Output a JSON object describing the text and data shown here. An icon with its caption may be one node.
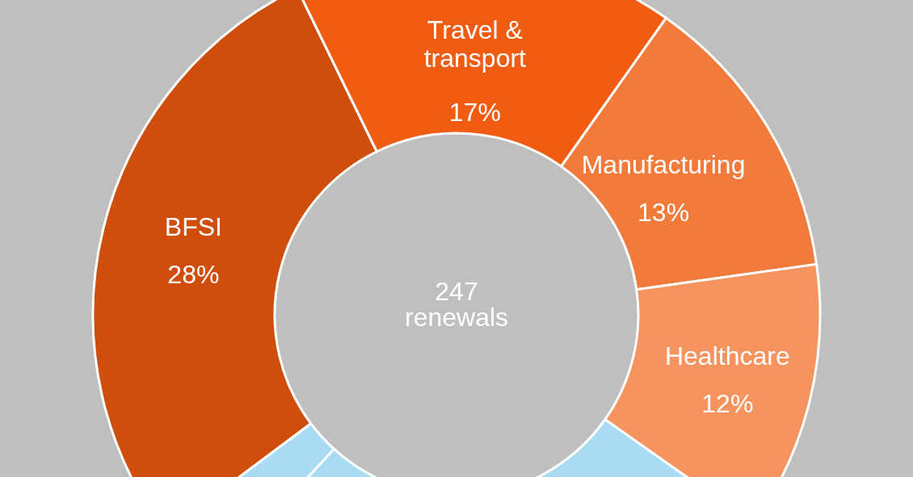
{
  "diagram": {
    "labels": [
      "247 renewals"
    ],
    "chart_data": {
      "type": "donut",
      "categories": [
        "BFSI",
        "Travel & transport",
        "Manufacturing",
        "Healthcare",
        null,
        null
      ],
      "values": [
        28,
        17,
        13,
        12,
        27,
        3
      ],
      "value_labels": [
        "28%",
        "17%",
        "13%",
        "12%",
        null,
        null
      ]
    }
  }
}
